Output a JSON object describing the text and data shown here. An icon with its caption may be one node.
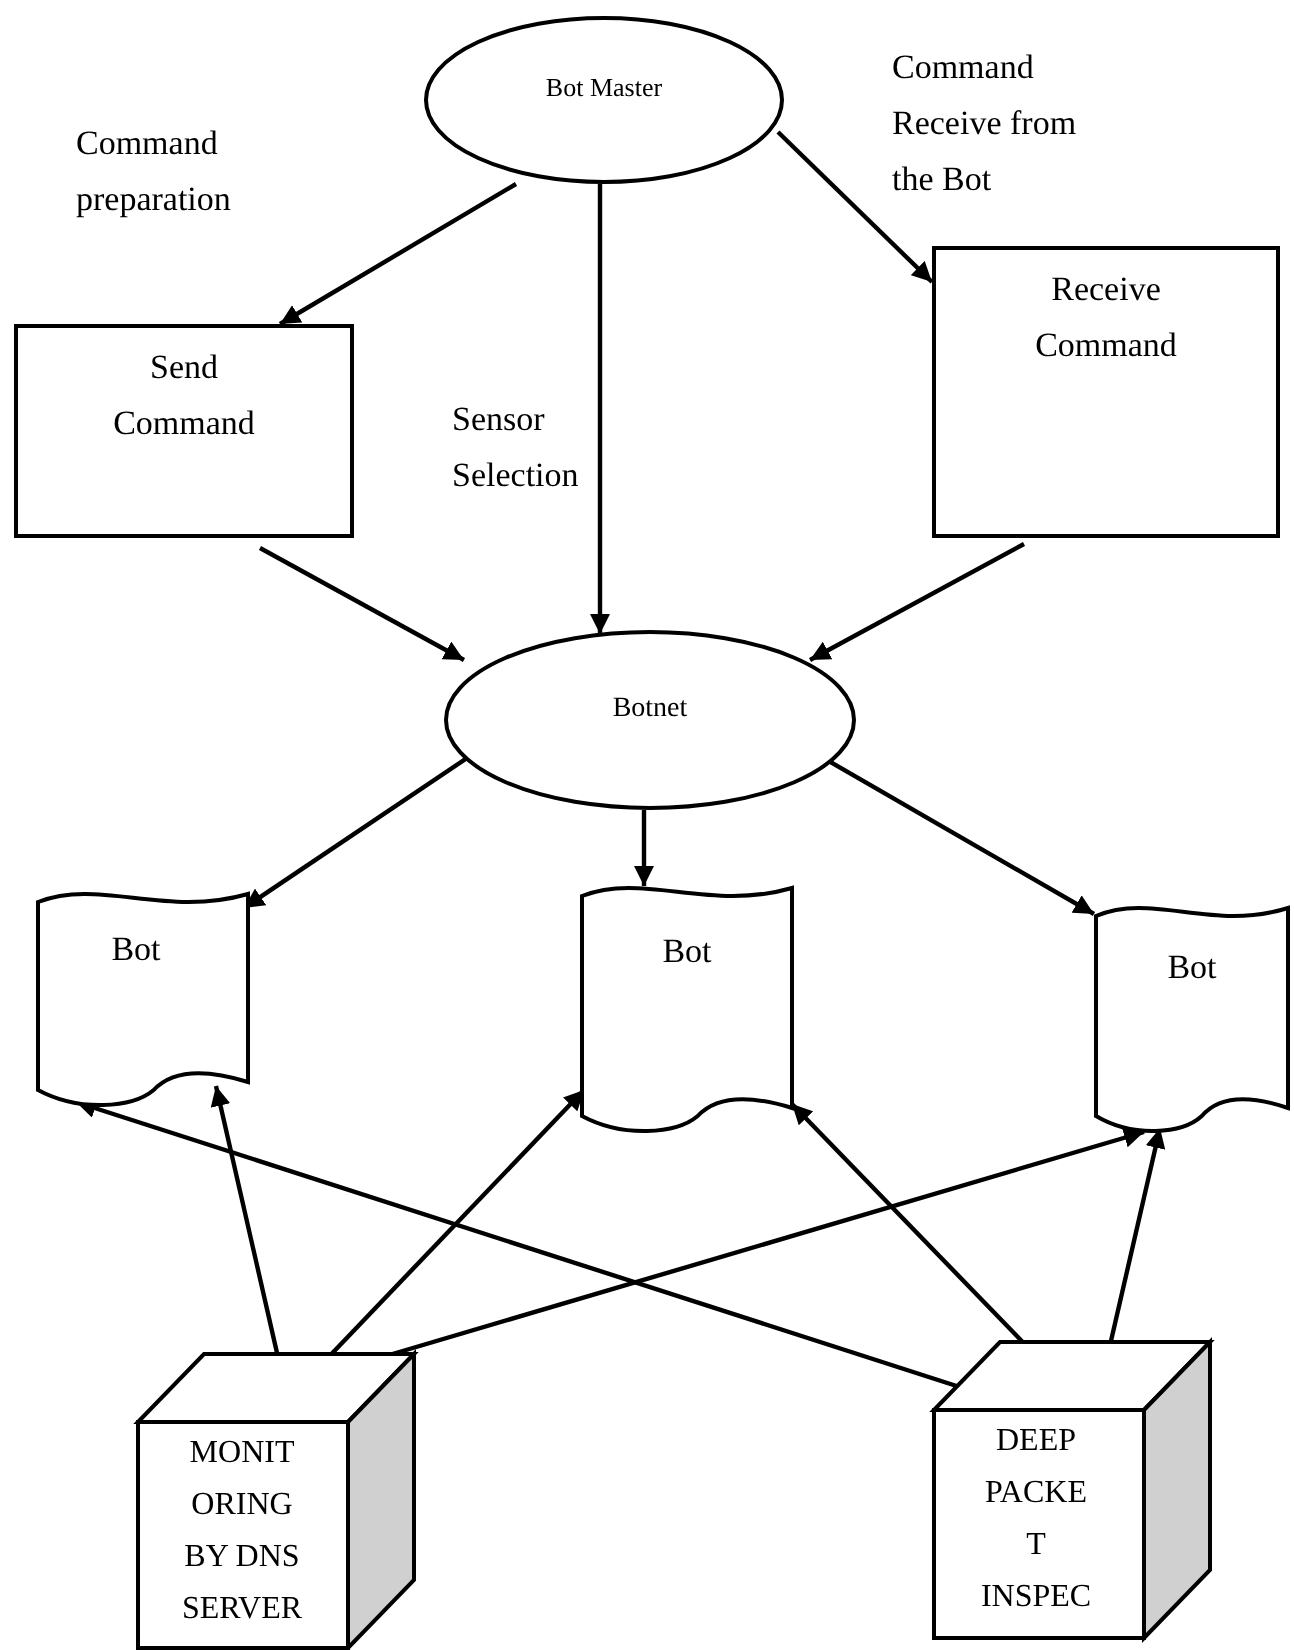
{
  "diagram": {
    "nodes": [
      {
        "text": [
          "Bot Master"
        ]
      },
      {
        "text": [
          "Send Command"
        ]
      },
      {
        "text": [
          "Receive Command"
        ]
      },
      {
        "text": [
          "Botnet"
        ]
      },
      {
        "text": [
          "Bot"
        ]
      },
      {
        "text": [
          "Bot"
        ]
      },
      {
        "text": [
          "Bot"
        ]
      },
      {
        "text": [
          "MONITORING BY DNS SERVER"
        ]
      },
      {
        "text": [
          "DEEP PACKET INSPEC"
        ]
      }
    ],
    "edges": [
      {
        "from": 0,
        "to": 1,
        "arrow": "to",
        "label": "Command preparation"
      },
      {
        "from": 0,
        "to": 3,
        "arrow": "to",
        "label": "Sensor Selection"
      },
      {
        "from": 0,
        "to": 2,
        "arrow": "to",
        "label": "Command Receive from the Bot"
      },
      {
        "from": 1,
        "to": 3,
        "arrow": "to"
      },
      {
        "from": 2,
        "to": 3,
        "arrow": "to"
      },
      {
        "from": 3,
        "to": 4,
        "arrow": "to"
      },
      {
        "from": 3,
        "to": 5,
        "arrow": "to"
      },
      {
        "from": 3,
        "to": 6,
        "arrow": "to"
      },
      {
        "from": 7,
        "to": 4,
        "arrow": "to"
      },
      {
        "from": 7,
        "to": 5,
        "arrow": "to"
      },
      {
        "from": 7,
        "to": 6,
        "arrow": "to"
      },
      {
        "from": 8,
        "to": 4,
        "arrow": "to"
      },
      {
        "from": 8,
        "to": 5,
        "arrow": "to"
      },
      {
        "from": 8,
        "to": 6,
        "arrow": "to"
      }
    ]
  }
}
